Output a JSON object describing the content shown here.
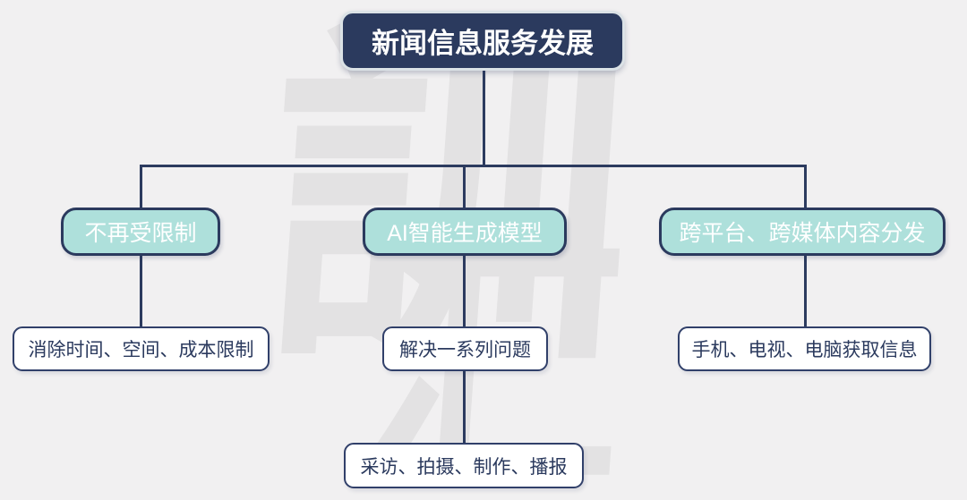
{
  "diagram": {
    "title": "新闻信息服务发展",
    "branches": [
      {
        "label": "不再受限制",
        "child": {
          "label": "消除时间、空间、成本限制"
        }
      },
      {
        "label": "AI智能生成模型",
        "child": {
          "label": "解决一系列问题",
          "child": {
            "label": "采访、拍摄、制作、播报"
          }
        }
      },
      {
        "label": "跨平台、跨媒体内容分发",
        "child": {
          "label": "手机、电视、电脑获取信息"
        }
      }
    ]
  },
  "watermark": {
    "char_top": "訓",
    "char_bottom": "汇"
  },
  "colors": {
    "background": "#f1f0f1",
    "node_dark": "#2b3a5e",
    "node_teal": "#aee0db",
    "node_white": "#ffffff",
    "line": "#2c3b5f",
    "watermark": "#e3e2e3",
    "root_outline": "#dbe2e6"
  }
}
